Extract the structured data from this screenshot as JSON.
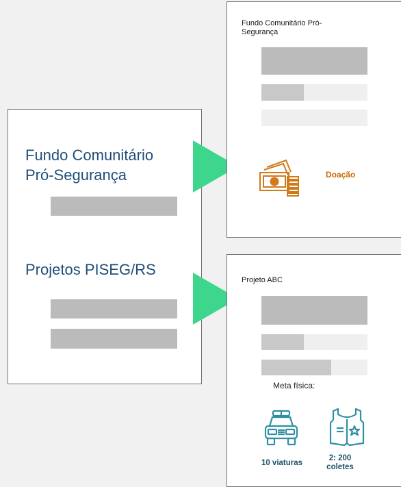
{
  "main_card": {
    "title_line1": "Fundo Comunitário",
    "title_line2": "Pró-Segurança",
    "projects_title": "Projetos PISEG/RS"
  },
  "fund_card": {
    "title_line1": "Fundo Comunitário  Pró-",
    "title_line2": "Segurança",
    "donation_label": "Doação",
    "icon": "money-coins-icon"
  },
  "project_card": {
    "title": "Projeto ABC",
    "meta_label": "Meta física:",
    "goals": [
      {
        "icon": "police-car-icon",
        "label": "10 viaturas"
      },
      {
        "icon": "vest-icon",
        "label_line1": "2: 200",
        "label_line2": "coletes"
      }
    ]
  },
  "colors": {
    "arrow": "#3dd68c",
    "main_title": "#1f4e79",
    "donation": "#c76a00",
    "goal_icon": "#2f8fa3",
    "bar_dark": "#bbbbbb",
    "bar_light": "#efefef"
  }
}
